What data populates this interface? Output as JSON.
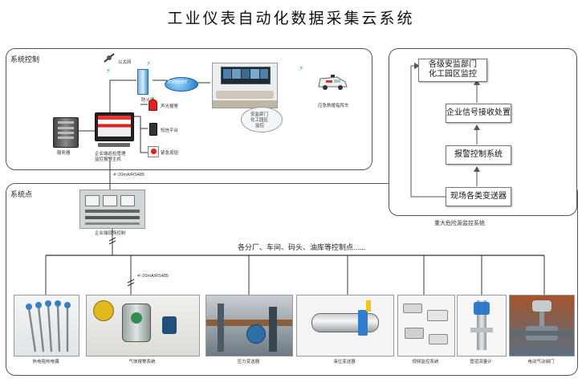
{
  "title": "工业仪表自动化数据采集云系统",
  "system_control": {
    "label": "系统控制",
    "server": "服务器",
    "ethernet": "以太网",
    "firewall": "防火墙",
    "internet": "Internet",
    "host": [
      "企业端巡检管理",
      "监控报警主机"
    ],
    "alarm_sound": "声光报警",
    "sms": "短信平台",
    "emergency_stop": "紧急按钮",
    "cloud": [
      "安监部门",
      "化工园区",
      "监控"
    ],
    "rescue": "应急救援指挥车"
  },
  "protocol_top": "4~20mA/RS485",
  "protocol_mid": "4~20mA/RS485",
  "system_points": {
    "label": "系统点",
    "cabinet": "企业端现场控制",
    "branch": "各分厂、车间、码头、油库等控制点......",
    "devices": [
      {
        "label": "热电阻热电偶"
      },
      {
        "label": "气体报警系统"
      },
      {
        "label": "压力变送器"
      },
      {
        "label": "液位变送器"
      },
      {
        "label": "视频监控系统"
      },
      {
        "label": "管道流量计"
      },
      {
        "label": "电动气动阀门"
      }
    ]
  },
  "hazard_system": {
    "caption": "重大危险源监控系统",
    "flow": [
      "各级安监部门化工园区监控",
      "企业信号接收处置",
      "报警控制系统",
      "现场各类变送器"
    ],
    "flow_top_lines": [
      "各级安监部门",
      "化工园区监控"
    ]
  }
}
